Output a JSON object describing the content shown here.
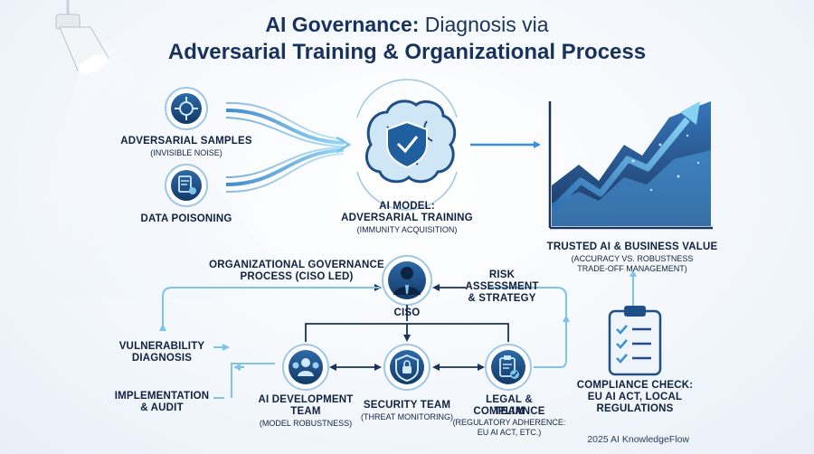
{
  "title": {
    "line1_bold": "AI Governance:",
    "line1_rest": " Diagnosis via",
    "line2": "Adversarial Training & Organizational Process"
  },
  "inputs": {
    "adversarial": {
      "label": "ADVERSARIAL SAMPLES",
      "sub": "(INVISIBLE NOISE)",
      "icon": "target-crosshair-icon"
    },
    "poisoning": {
      "label": "DATA POISONING",
      "icon": "poisoned-document-icon"
    }
  },
  "model": {
    "label_line1": "AI MODEL:",
    "label_line2": "ADVERSARIAL TRAINING",
    "sub": "(IMMUNITY ACQUISITION)",
    "icon": "brain-shield-check-icon"
  },
  "outcome": {
    "label": "TRUSTED AI & BUSINESS VALUE",
    "sub_line1": "(ACCURACY VS. ROBUSTNESS",
    "sub_line2": "TRADE-OFF MANAGEMENT)",
    "icon": "rising-trend-chart-icon"
  },
  "governance": {
    "label_line1": "ORGANIZATIONAL GOVERNANCE",
    "label_line2": "PROCESS (CISO LED)"
  },
  "risk": {
    "line1": "RISK",
    "line2": "ASSESSMENT",
    "line3": "& STRATEGY"
  },
  "ciso": {
    "label": "CISO",
    "icon": "executive-person-icon"
  },
  "loop": {
    "vulnerability_line1": "VULNERABILITY",
    "vulnerability_line2": "DIAGNOSIS",
    "implementation_line1": "IMPLEMENTATION",
    "implementation_line2": "& AUDIT"
  },
  "teams": [
    {
      "label_line1": "AI DEVELOPMENT",
      "label_line2": "TEAM",
      "sub_line1": "(MODEL ROBUSTNESS)",
      "sub_line2": "",
      "icon": "team-people-icon"
    },
    {
      "label_line1": "SECURITY TEAM",
      "label_line2": "",
      "sub_line1": "(THREAT MONITORING)",
      "sub_line2": "",
      "icon": "shield-lock-icon"
    },
    {
      "label_line1": "LEGAL & COMPLIANCE",
      "label_line2": "TEAM",
      "sub_line1": "(REGULATORY ADHERENCE:",
      "sub_line2": "EU AI ACT, ETC.)",
      "icon": "clipboard-check-icon"
    }
  ],
  "compliance": {
    "line1": "COMPLIANCE CHECK:",
    "line2": "EU AI ACT, LOCAL",
    "line3": "REGULATIONS",
    "icon": "checklist-clipboard-icon"
  },
  "footer": "2025 AI KnowledgeFlow",
  "colors": {
    "navy": "#17325c",
    "blue": "#3b8fd4",
    "light_blue": "#7cc4ec",
    "circle_fill": "#1f4f86"
  }
}
